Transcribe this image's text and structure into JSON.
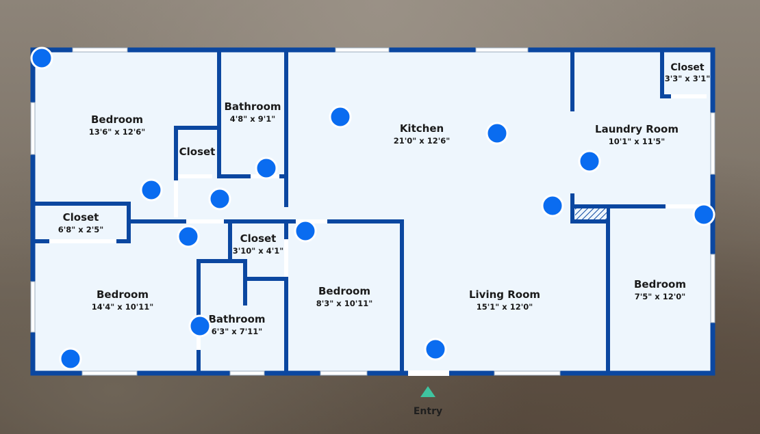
{
  "rooms": {
    "bedroom_1": {
      "name": "Bedroom",
      "dims": "13'6\" x 12'6\""
    },
    "bathroom_1": {
      "name": "Bathroom",
      "dims": "4'8\" x 9'1\""
    },
    "closet_1": {
      "name": "Closet"
    },
    "closet_2": {
      "name": "Closet",
      "dims": "6'8\" x 2'5\""
    },
    "kitchen": {
      "name": "Kitchen",
      "dims": "21'0\" x 12'6\""
    },
    "laundry": {
      "name": "Laundry Room",
      "dims": "10'1\" x 11'5\""
    },
    "closet_3": {
      "name": "Closet",
      "dims": "3'3\" x 3'1\""
    },
    "closet_4": {
      "name": "Closet",
      "dims": "3'10\" x 4'1\""
    },
    "bedroom_2": {
      "name": "Bedroom",
      "dims": "14'4\" x 10'11\""
    },
    "bathroom_2": {
      "name": "Bathroom",
      "dims": "6'3\" x 7'11\""
    },
    "bedroom_3": {
      "name": "Bedroom",
      "dims": "8'3\" x 10'11\""
    },
    "living": {
      "name": "Living Room",
      "dims": "15'1\" x 12'0\""
    },
    "bedroom_4": {
      "name": "Bedroom",
      "dims": "7'5\" x 12'0\""
    }
  },
  "entry": {
    "label": "Entry"
  },
  "colors": {
    "wall": "#0b47a0",
    "floor": "#eef6fd",
    "hotspot": "#0a6cf0",
    "entry_marker": "#3fc4a0"
  },
  "hotspots": [
    {
      "name": "hotspot-corner-top-left"
    },
    {
      "name": "hotspot-kitchen-left"
    },
    {
      "name": "hotspot-kitchen-right"
    },
    {
      "name": "hotspot-laundry"
    },
    {
      "name": "hotspot-bathroom-1"
    },
    {
      "name": "hotspot-bedroom-1"
    },
    {
      "name": "hotspot-hallway"
    },
    {
      "name": "hotspot-hallway-lower"
    },
    {
      "name": "hotspot-closet-4"
    },
    {
      "name": "hotspot-kitchen-laundry-door"
    },
    {
      "name": "hotspot-right-wall"
    },
    {
      "name": "hotspot-bathroom-2"
    },
    {
      "name": "hotspot-bedroom-2"
    },
    {
      "name": "hotspot-living-room"
    }
  ]
}
